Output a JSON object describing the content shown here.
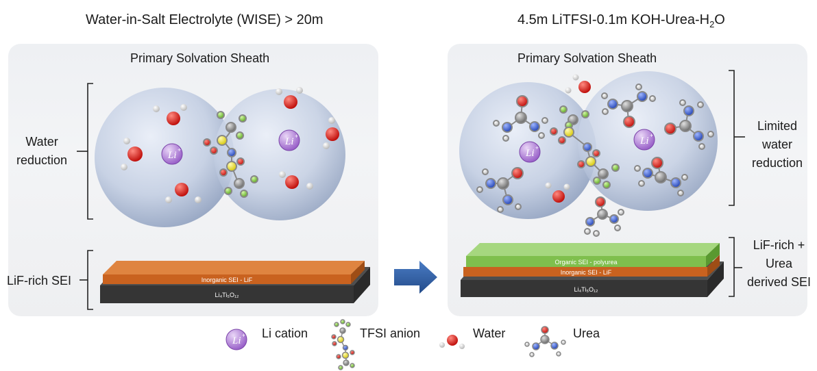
{
  "left_panel": {
    "title": "Water-in-Salt Electrolyte (WISE) > 20m",
    "subtitle": "Primary Solvation Sheath",
    "side_label_1": [
      "Water",
      "reduction"
    ],
    "side_label_2": "LiF-rich SEI",
    "layer_top": "Inorganic SEI - LiF",
    "layer_base": "Li₄Ti₅O₁₂"
  },
  "right_panel": {
    "title_main": "4.5m LiTFSI-0.1m KOH-Urea-H",
    "title_sub": "2",
    "title_end": "O",
    "subtitle": "Primary Solvation Sheath",
    "side_label_1": [
      "Limited",
      "water",
      "reduction"
    ],
    "side_label_2": [
      "LiF-rich +",
      "Urea",
      "derived SEI"
    ],
    "layer_organic": "Organic SEI - polyurea",
    "layer_inorganic": "Inorganic SEI - LiF",
    "layer_base": "Li₄Ti₅O₁₂"
  },
  "li_symbol": "Li",
  "li_charge": "+",
  "legend": {
    "li": "Li cation",
    "tfsi": "TFSI anion",
    "water": "Water",
    "urea": "Urea"
  },
  "colors": {
    "oxygen": "#e0211d",
    "hydrogen": "#f4f4f4",
    "carbon": "#9a9a9a",
    "nitrogen": "#3a63d8",
    "sulfur": "#f2ea2a",
    "fluorine": "#8fd640",
    "li_sphere": "#b58ad8",
    "inorganic_sei": "#c9621f",
    "organic_sei": "#7fbf4d",
    "substrate": "#3a3a3a",
    "arrow": "#2f5c9e"
  }
}
